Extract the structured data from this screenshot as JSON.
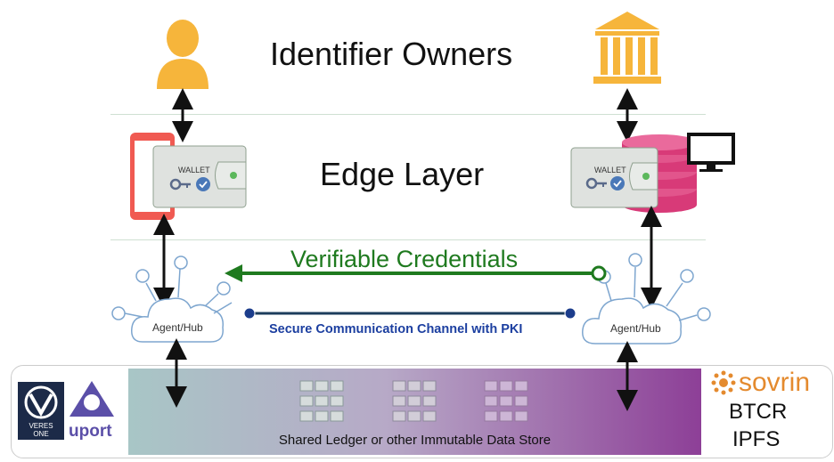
{
  "layers": {
    "owners_title": "Identifier Owners",
    "edge_title": "Edge Layer"
  },
  "wallet": {
    "label": "WALLET"
  },
  "agents": {
    "left_label": "Agent/Hub",
    "right_label": "Agent/Hub"
  },
  "channels": {
    "verifiable_credentials": "Verifiable Credentials",
    "secure_channel": "Secure Communication Channel with PKI"
  },
  "ledger": {
    "label": "Shared Ledger or other Immutable Data Store"
  },
  "logos": {
    "veres_one": "VERES\nONE",
    "uport": "uport",
    "sovrin": "sovrin",
    "btcr": "BTCR",
    "ipfs": "IPFS"
  },
  "colors": {
    "person": "#f6b53b",
    "bank": "#f6b53b",
    "phone": "#f05a52",
    "database": "#d83a78",
    "vc_arrow": "#1f7a1f",
    "secure_line": "#1c3d5c",
    "sovrin": "#e48a2e",
    "uport": "#5b4fa8"
  },
  "icons": [
    "person-icon",
    "bank-icon",
    "phone-icon",
    "wallet-icon",
    "key-icon",
    "badge-icon",
    "database-icon",
    "monitor-icon",
    "cloud-icon",
    "ledger-block-icon",
    "sovrin-logo-icon",
    "uport-logo-icon",
    "veres-one-logo-icon"
  ]
}
